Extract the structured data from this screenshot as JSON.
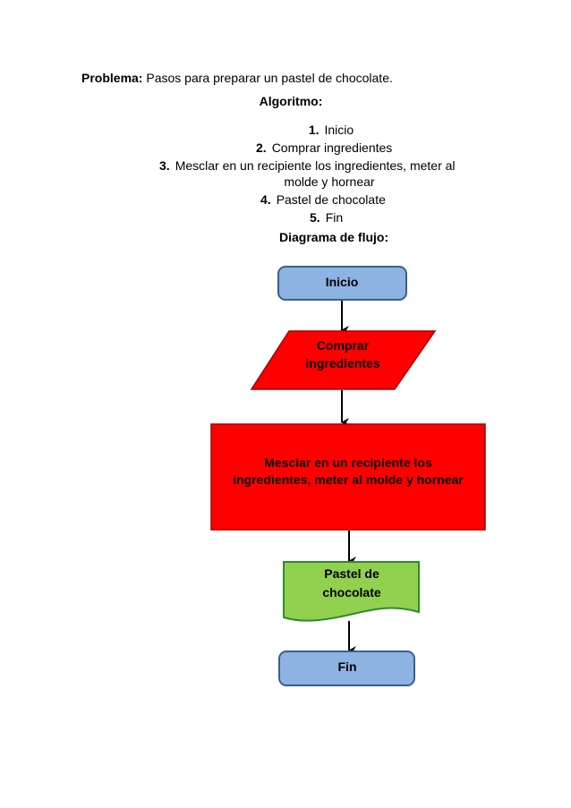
{
  "problem": {
    "label": "Problema:",
    "text": "Pasos para preparar un pastel de chocolate."
  },
  "algorithm": {
    "title": "Algoritmo:",
    "steps": [
      {
        "num": "1.",
        "text": "Inicio"
      },
      {
        "num": "2.",
        "text": "Comprar ingredientes"
      },
      {
        "num": "3.",
        "text": "Mesclar en un recipiente los ingredientes, meter al",
        "text2": "molde y hornear"
      },
      {
        "num": "4.",
        "text": "Pastel de chocolate"
      },
      {
        "num": "5.",
        "text": "Fin"
      }
    ]
  },
  "diagram": {
    "title": "Diagrama de flujo:",
    "nodes": {
      "start": {
        "lines": [
          "Inicio"
        ],
        "shape": "rounded-rectangle",
        "color": "#8DB3E2"
      },
      "buy": {
        "lines": [
          "Comprar",
          "ingredientes"
        ],
        "shape": "parallelogram",
        "color": "#FF0000"
      },
      "mix": {
        "lines": [
          "Mesclar en un recipiente los",
          "ingredientes, meter al molde y hornear"
        ],
        "shape": "rectangle",
        "color": "#FF0000"
      },
      "cake": {
        "lines": [
          "Pastel de",
          "chocolate"
        ],
        "shape": "document",
        "color": "#92D050"
      },
      "end": {
        "lines": [
          "Fin"
        ],
        "shape": "rounded-rectangle",
        "color": "#8DB3E2"
      }
    },
    "edges": [
      {
        "from": "start",
        "to": "buy"
      },
      {
        "from": "buy",
        "to": "mix"
      },
      {
        "from": "mix",
        "to": "cake"
      },
      {
        "from": "cake",
        "to": "end"
      }
    ]
  }
}
